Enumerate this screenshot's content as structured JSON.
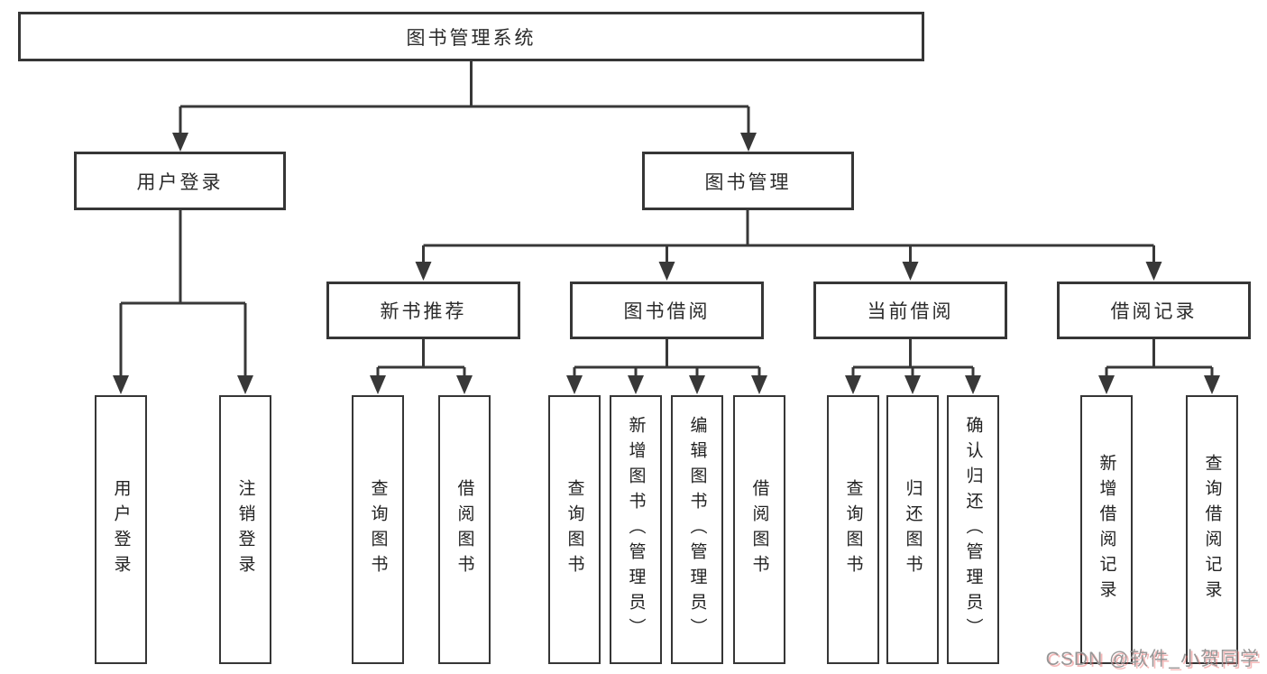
{
  "diagram": {
    "root": "图书管理系统",
    "level2": {
      "user_login": "用户登录",
      "book_management": "图书管理"
    },
    "level3": {
      "new_book_recommend": "新书推荐",
      "book_borrowing": "图书借阅",
      "current_borrowing": "当前借阅",
      "borrowing_records": "借阅记录"
    },
    "leaves": {
      "user_login": [
        "用户登录",
        "注销登录"
      ],
      "new_book_recommend": [
        "查询图书",
        "借阅图书"
      ],
      "book_borrowing": [
        "查询图书",
        "新增图书（管理员）",
        "编辑图书（管理员）",
        "借阅图书"
      ],
      "current_borrowing": [
        "查询图书",
        "归还图书",
        "确认归还（管理员）"
      ],
      "borrowing_records": [
        "新增借阅记录",
        "查询借阅记录"
      ]
    }
  },
  "watermark": "CSDN @软件_小贺同学",
  "colors": {
    "line": "#383838",
    "box_border": "#363636",
    "text": "#2b2b2b",
    "background": "#ffffff",
    "watermark_text": "#969696",
    "watermark_shadow": "#e96464"
  }
}
